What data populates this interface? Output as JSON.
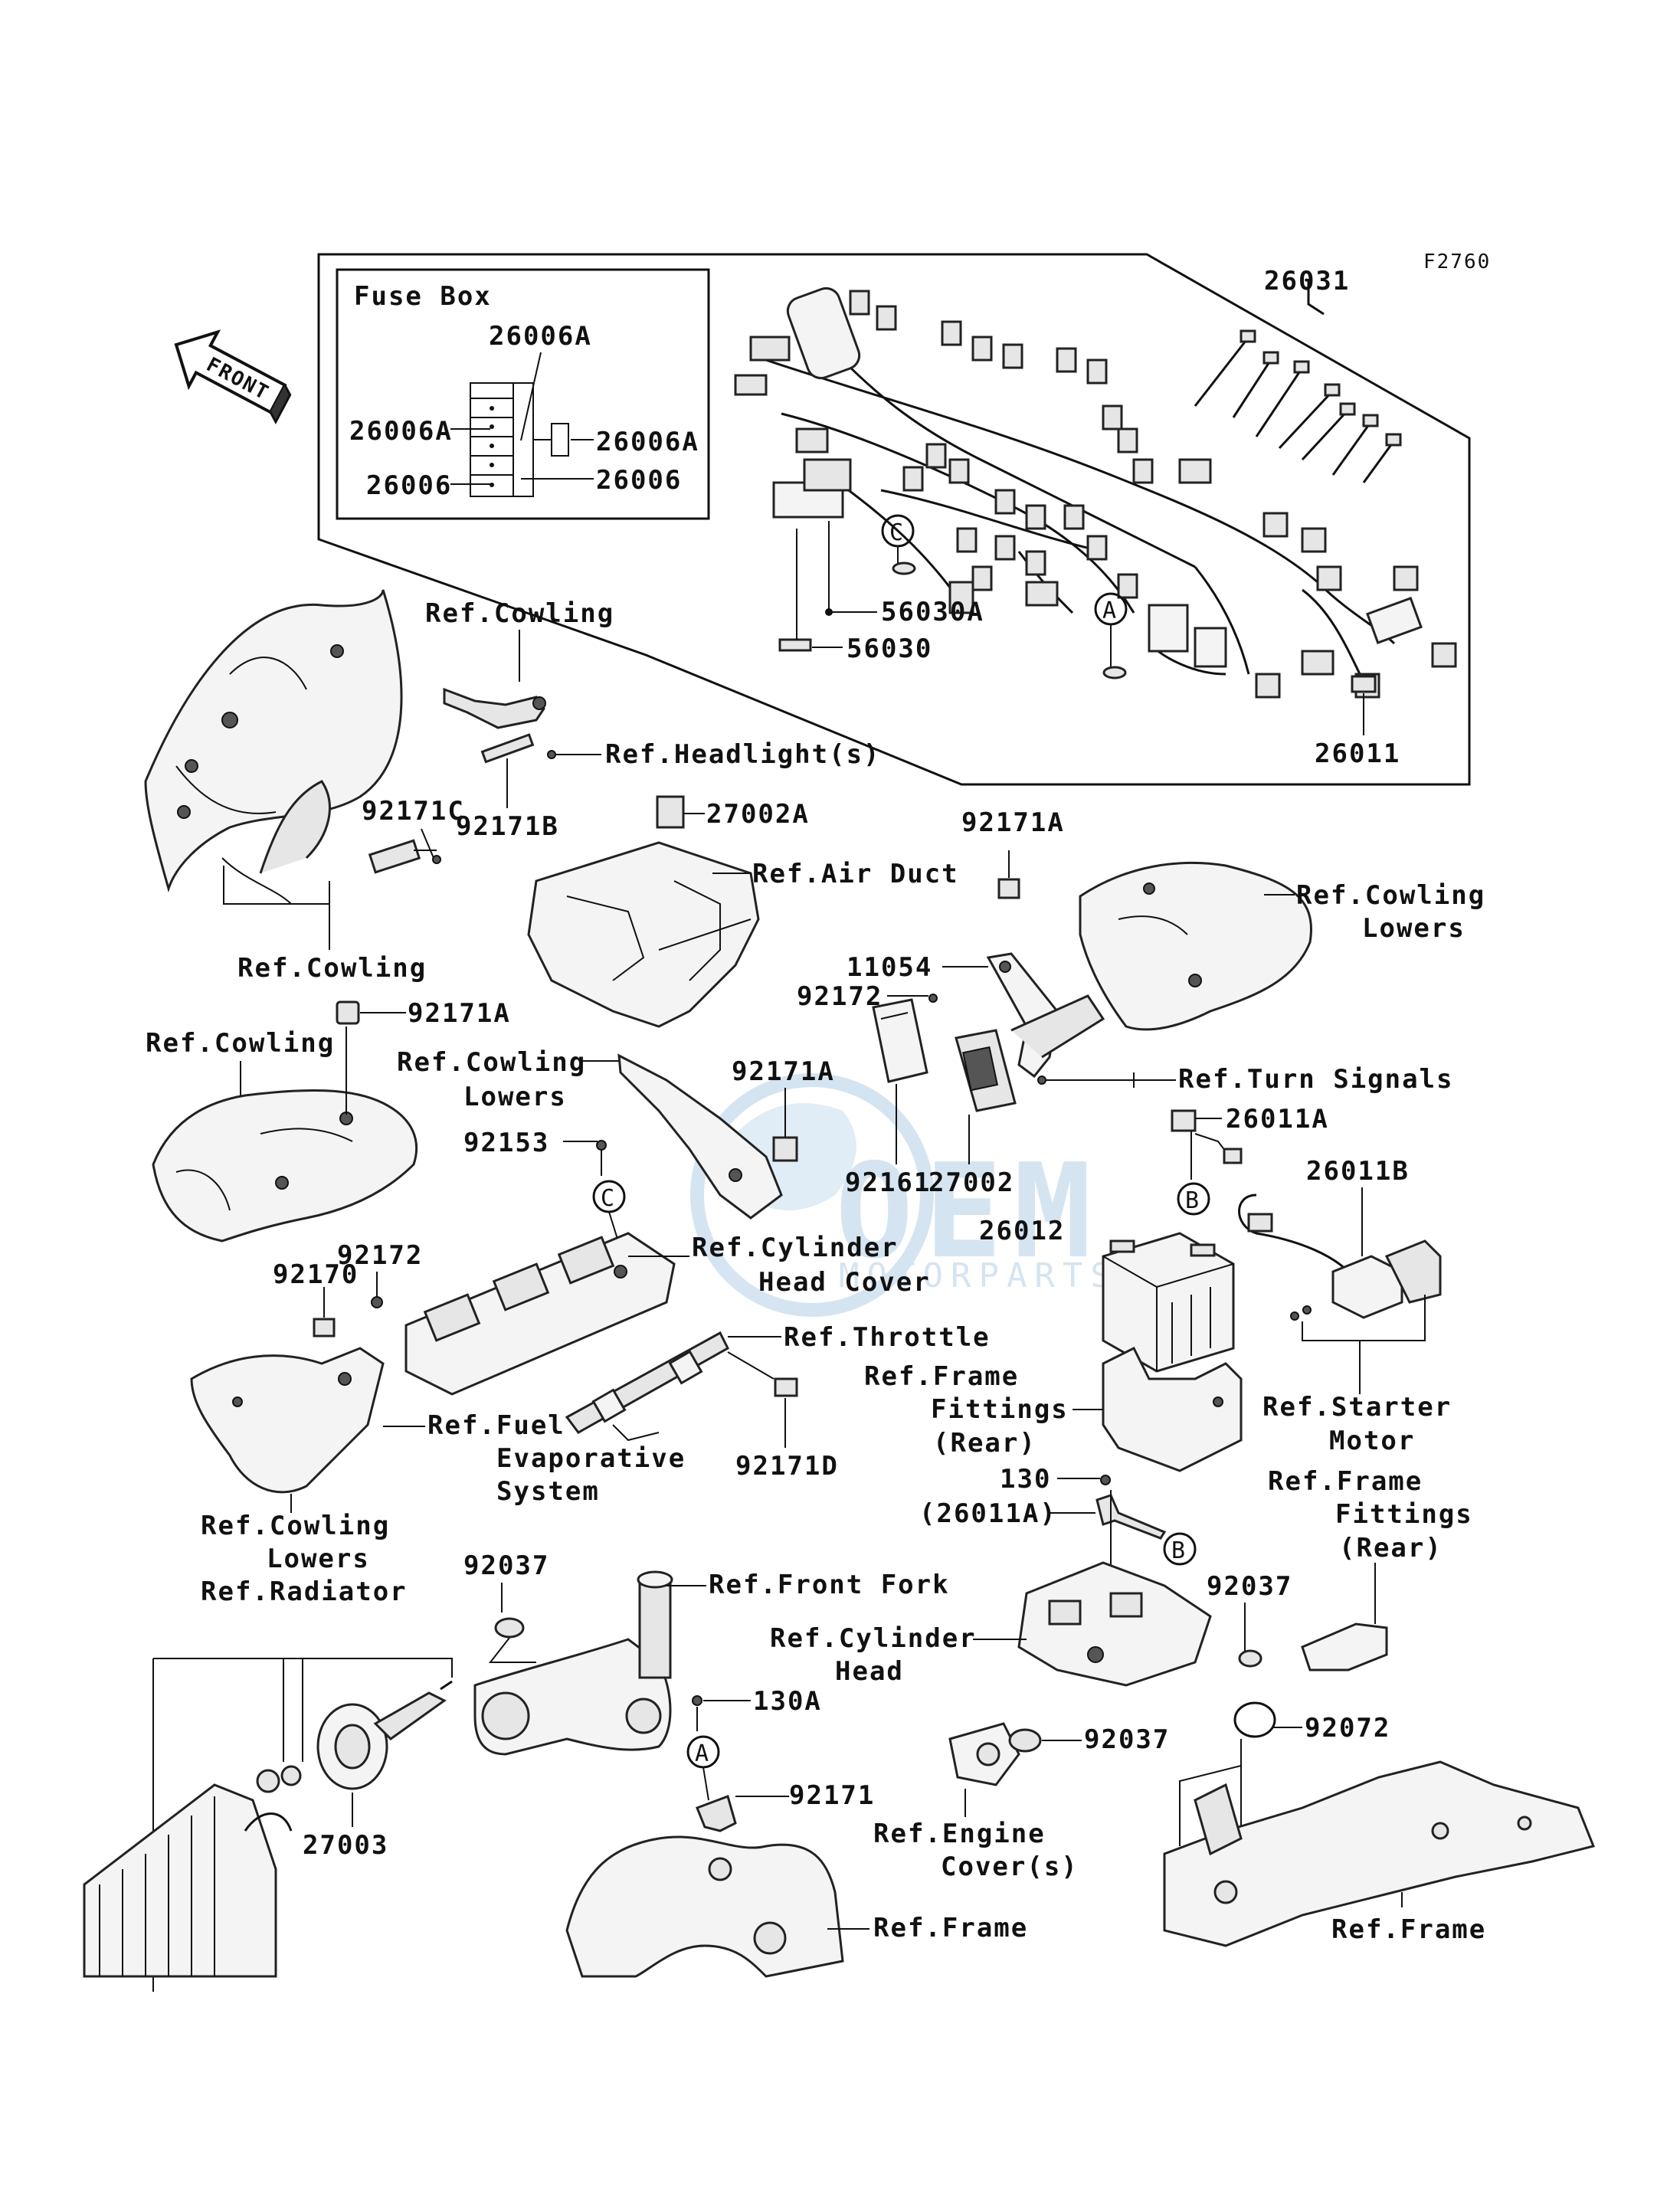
{
  "figure_code": "F2760",
  "front_label": "FRONT",
  "fuse_box": {
    "title": "Fuse Box",
    "labels": [
      "26006A",
      "26006A",
      "26006A",
      "26006",
      "26006"
    ]
  },
  "callouts": {
    "c26031": "26031",
    "c56030A": "56030A",
    "c56030": "56030",
    "c26011": "26011",
    "c27002A": "27002A",
    "c92171A_a": "92171A",
    "c92171A_b": "92171A",
    "c92171A_c": "92171A",
    "c11054": "11054",
    "c92172_a": "92172",
    "c92172_b": "92172",
    "c92171C": "92171C",
    "c92171B": "92171B",
    "c92171D": "92171D",
    "c92171": "92171",
    "c92153": "92153",
    "c92161": "92161",
    "c27002": "27002",
    "c26012": "26012",
    "c26011A": "26011A",
    "c26011B": "26011B",
    "c92170": "92170",
    "c130": "130",
    "c26011A_p": "(26011A)",
    "c130A": "130A",
    "c92037_a": "92037",
    "c92037_b": "92037",
    "c92037_c": "92037",
    "c27003": "27003",
    "c92072": "92072"
  },
  "refs": {
    "cowling_top": "Ref.Cowling",
    "headlights": "Ref.Headlight(s)",
    "cowling_left": "Ref.Cowling",
    "cowling_mid": "Ref.Cowling",
    "air_duct": "Ref.Air Duct",
    "cowling_lowers_r": [
      "Ref.Cowling",
      "Lowers"
    ],
    "cowling_lowers_m": [
      "Ref.Cowling",
      "Lowers"
    ],
    "turn_signals": "Ref.Turn Signals",
    "cyl_head_cover": [
      "Ref.Cylinder",
      "Head Cover"
    ],
    "throttle": "Ref.Throttle",
    "frame_fittings_a": [
      "Ref.Frame",
      "Fittings",
      "(Rear)"
    ],
    "starter_motor": [
      "Ref.Starter",
      "Motor"
    ],
    "fuel_evap": [
      "Ref.Fuel",
      "Evaporative",
      "System"
    ],
    "frame_fittings_b": [
      "Ref.Frame",
      "Fittings",
      "(Rear)"
    ],
    "cowling_lowers_l": [
      "Ref.Cowling",
      "Lowers"
    ],
    "radiator": "Ref.Radiator",
    "front_fork": "Ref.Front Fork",
    "cyl_head": [
      "Ref.Cylinder",
      "Head"
    ],
    "engine_cover": [
      "Ref.Engine",
      "Cover(s)"
    ],
    "frame_mid": "Ref.Frame",
    "frame_right": "Ref.Frame"
  },
  "markers": {
    "c1": "C",
    "a1": "A",
    "a2": "A",
    "b1": "B",
    "b2": "B",
    "c2": "C"
  },
  "watermark": {
    "brand": "OEM",
    "sub": "MOTORPARTS"
  }
}
